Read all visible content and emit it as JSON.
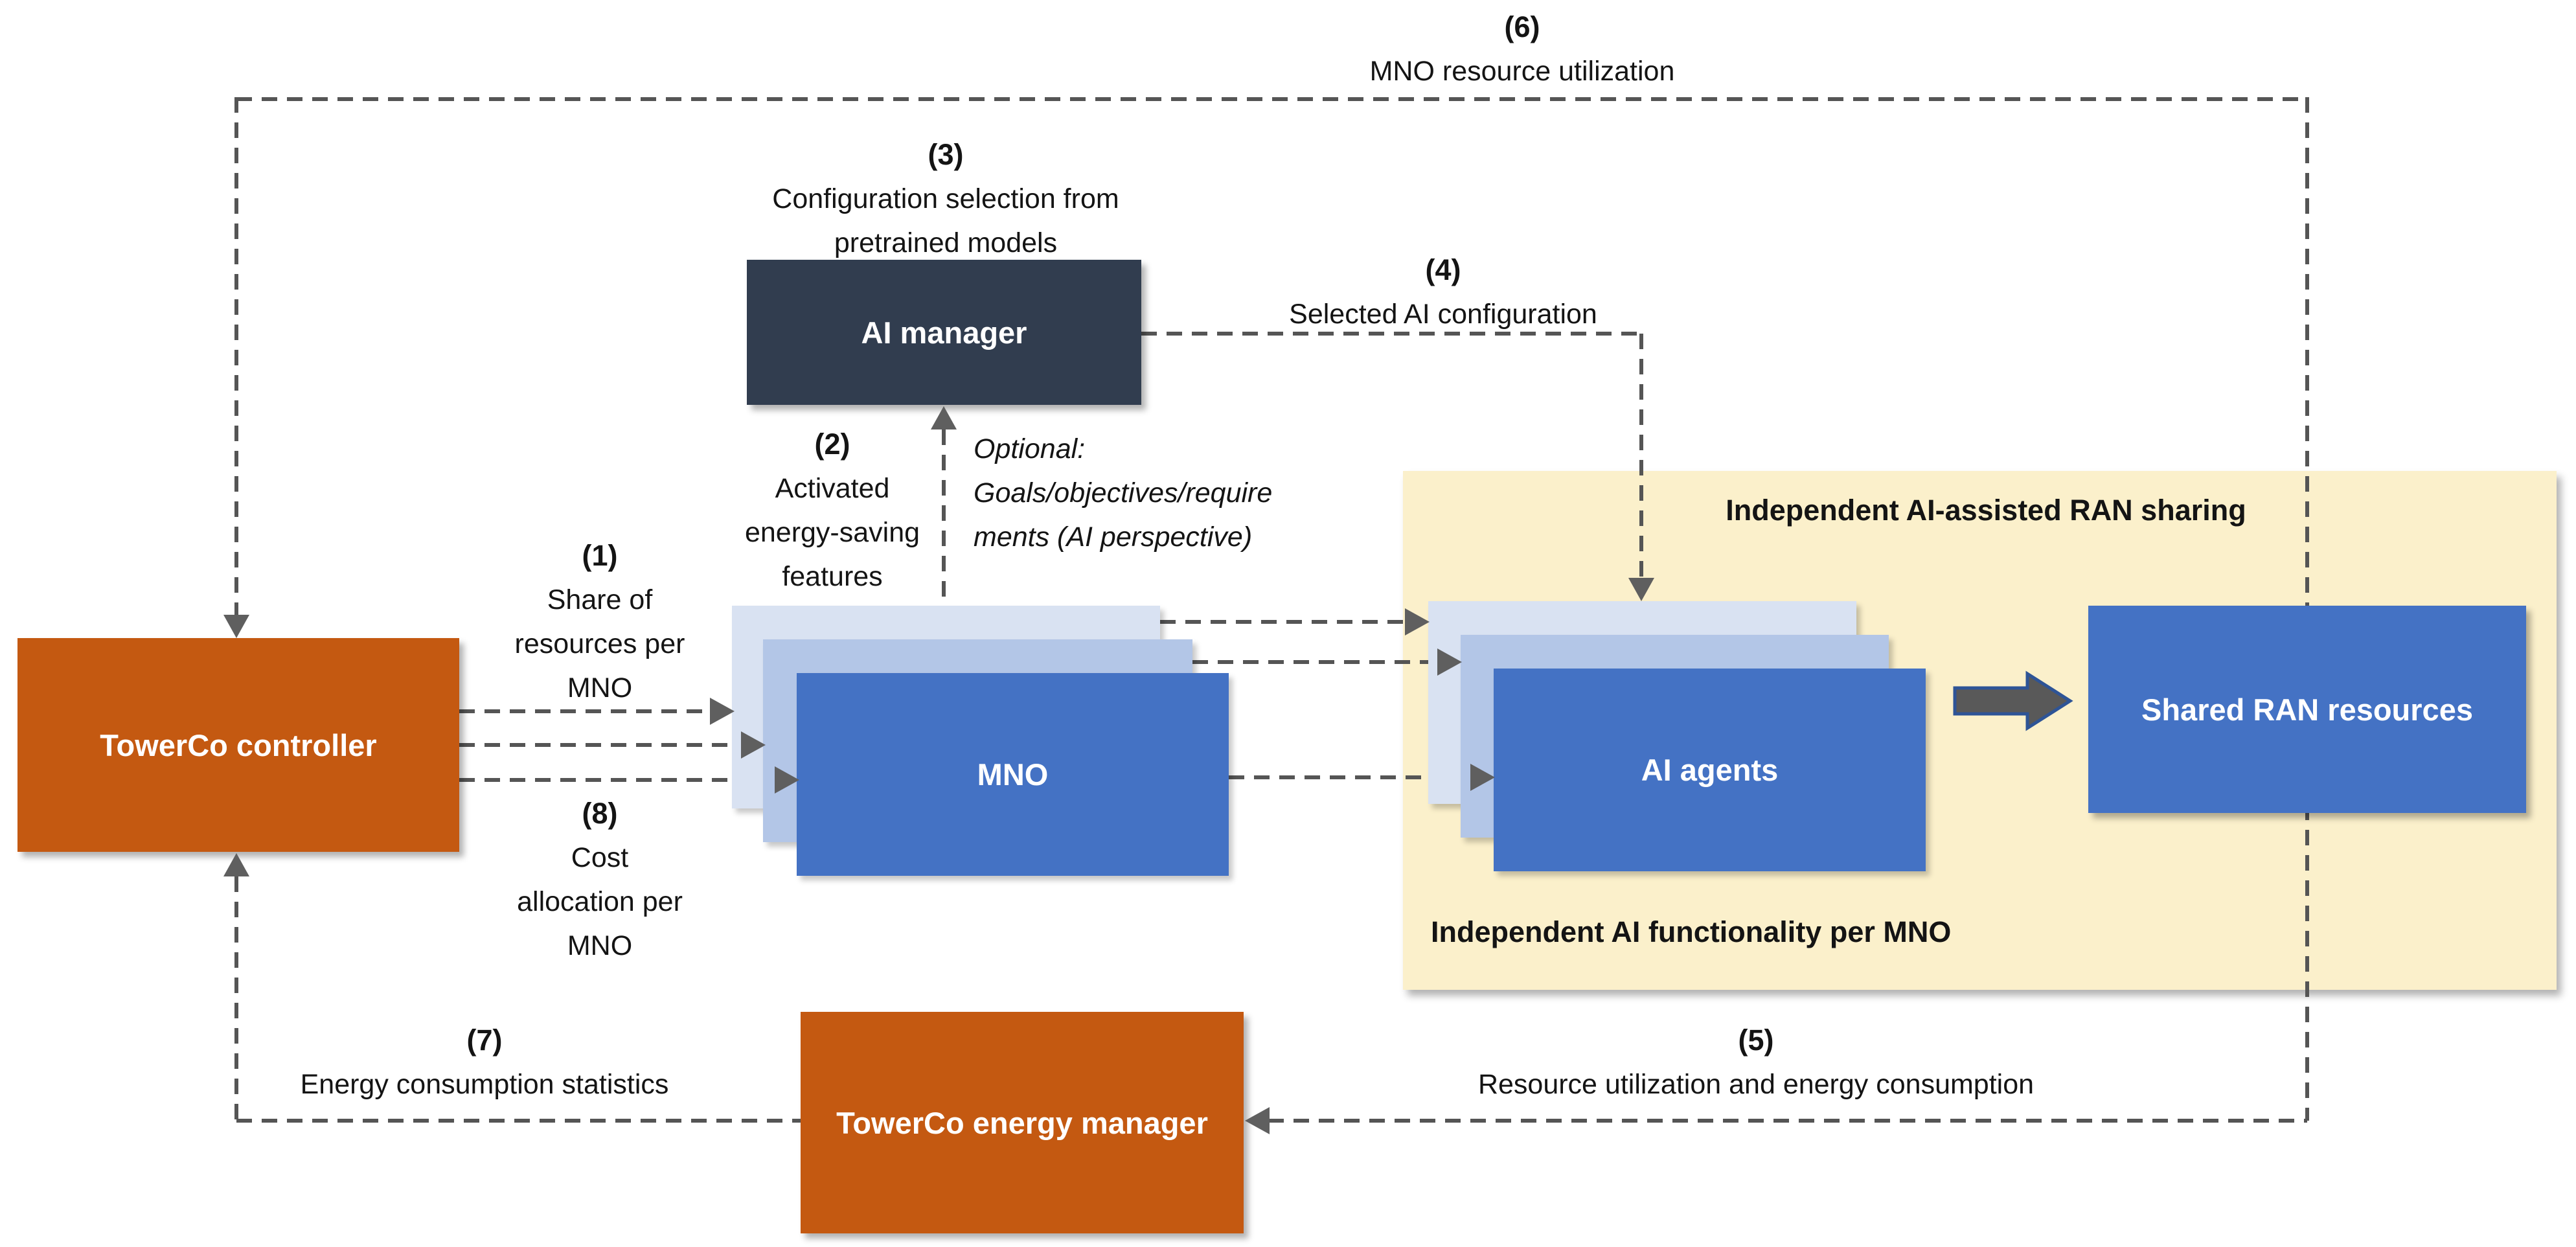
{
  "diagram": {
    "boxes": {
      "towerco_controller": "TowerCo controller",
      "ai_manager": "AI manager",
      "mno": "MNO",
      "ai_agents": "AI agents",
      "shared_ran": "Shared RAN resources",
      "energy_manager": "TowerCo energy manager"
    },
    "panel": {
      "title": "Independent AI-assisted RAN sharing",
      "footer": "Independent AI functionality per MNO"
    },
    "flows": {
      "f1": {
        "number": "(1)",
        "lines": [
          "Share of",
          "resources per",
          "MNO"
        ]
      },
      "f2": {
        "number": "(2)",
        "lines": [
          "Activated",
          "energy-saving",
          "features"
        ]
      },
      "f2_optional": {
        "lines": [
          "Optional:",
          "Goals/objectives/require",
          "ments (AI perspective)"
        ]
      },
      "f3": {
        "number": "(3)",
        "lines": [
          "Configuration selection from",
          "pretrained models"
        ]
      },
      "f4": {
        "number": "(4)",
        "line": "Selected AI configuration"
      },
      "f5": {
        "number": "(5)",
        "line": "Resource utilization and energy consumption"
      },
      "f6": {
        "number": "(6)",
        "line": "MNO resource utilization"
      },
      "f7": {
        "number": "(7)",
        "line": "Energy consumption statistics"
      },
      "f8": {
        "number": "(8)",
        "lines": [
          "Cost",
          "allocation per",
          "MNO"
        ]
      }
    },
    "colors": {
      "orange": "#C45911",
      "dark_navy": "#313D4F",
      "blue": "#4472C4",
      "light_blue_back": "#D9E2F2",
      "light_blue_mid": "#B3C6E7",
      "panel_yellow": "#FBF0CB",
      "dashed_line": "#555555",
      "arrowhead_gray": "#5F5F5F",
      "big_arrow_fill": "#595959",
      "big_arrow_border": "#2E5496"
    }
  }
}
